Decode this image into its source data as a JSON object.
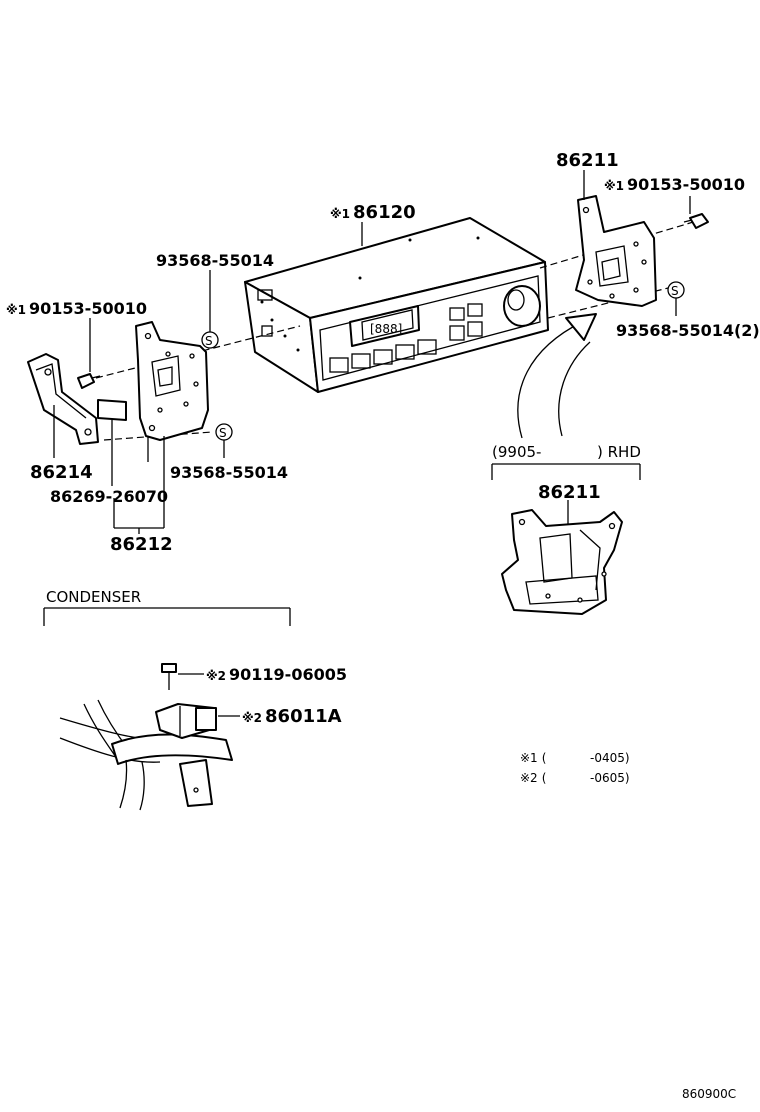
{
  "parts": {
    "ac_control": {
      "mark": "※1",
      "number": "86120",
      "display": "[888]"
    },
    "bracket_right_top": {
      "number": "86211"
    },
    "bracket_rhd": {
      "number": "86211"
    },
    "bracket_left": {
      "number": "86214"
    },
    "bracket_assy": {
      "number": "86212"
    },
    "plate": {
      "number": "86269-26070"
    },
    "bolt_right": {
      "mark": "※1",
      "number": "90153-50010"
    },
    "bolt_left": {
      "mark": "※1",
      "number": "90153-50010"
    },
    "screw_right": {
      "number": "93568-55014(2)"
    },
    "screw_left_top": {
      "number": "93568-55014"
    },
    "screw_left_bottom": {
      "number": "93568-55014"
    },
    "condenser_bolt": {
      "mark": "※2",
      "number": "90119-06005"
    },
    "condenser_part": {
      "mark": "※2",
      "number": "86011A"
    },
    "s_symbol": "S"
  },
  "sections": {
    "rhd": {
      "range": "(9905-",
      "suffix": ") RHD"
    },
    "condenser": {
      "label": "CONDENSER"
    }
  },
  "notes": [
    {
      "mark": "※1",
      "open": "(",
      "range": "-0405)"
    },
    {
      "mark": "※2",
      "open": "(",
      "range": "-0605)"
    }
  ],
  "figure_code": "860900C"
}
